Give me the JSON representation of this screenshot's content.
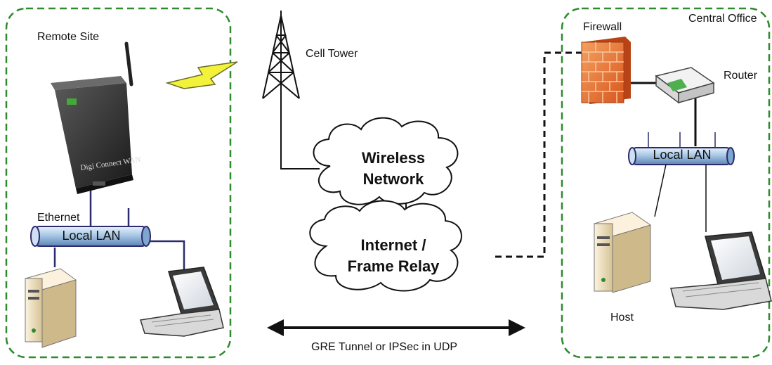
{
  "labels": {
    "remote_site": "Remote Site",
    "central_office": "Central Office",
    "cell_tower": "Cell Tower",
    "firewall": "Firewall",
    "router": "Router",
    "ethernet": "Ethernet",
    "host": "Host",
    "local_lan_left": "Local LAN",
    "local_lan_right": "Local LAN",
    "tunnel": "GRE Tunnel or IPSec in UDP"
  },
  "clouds": {
    "wireless_line1": "Wireless",
    "wireless_line2": "Network",
    "internet_line1": "Internet /",
    "internet_line2": "Frame Relay"
  },
  "device": {
    "brand": "Digi",
    "model_text": "Digi Connect WAN"
  },
  "colors": {
    "site_border": "#2e8b2e",
    "lan_pipe": "#9fc0e0",
    "lightning": "#f2f23a",
    "firewall_brick": "#e8752a",
    "link_line": "#2b2b6e"
  }
}
